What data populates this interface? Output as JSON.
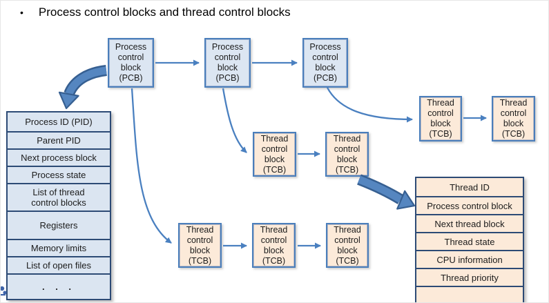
{
  "title": {
    "bullet": "•",
    "text": "Process control blocks and thread control blocks"
  },
  "labels": {
    "pcb": "Process control block (PCB)",
    "tcb": "Thread control block (TCB)"
  },
  "pcb_table": {
    "rows": [
      "Process ID (PID)",
      "Parent PID",
      "Next process block",
      "Process state",
      "List of thread control blocks",
      "Registers",
      "Memory limits",
      "List of open files",
      ". . ."
    ]
  },
  "tcb_table": {
    "rows": [
      "Thread ID",
      "Process control block",
      "Next thread block",
      "Thread state",
      "CPU information",
      "Thread priority",
      ""
    ]
  },
  "icons": {
    "watermark": "logo-fragment"
  },
  "colors": {
    "pcb_fill": "#dce6f2",
    "tcb_fill": "#fcead9",
    "box_border": "#4a7ebb",
    "table_border": "#2c4a75",
    "arrow": "#4a80c0",
    "block_arrow_fill": "#5586c0",
    "block_arrow_border": "#365f91",
    "title_text": "#000000"
  }
}
